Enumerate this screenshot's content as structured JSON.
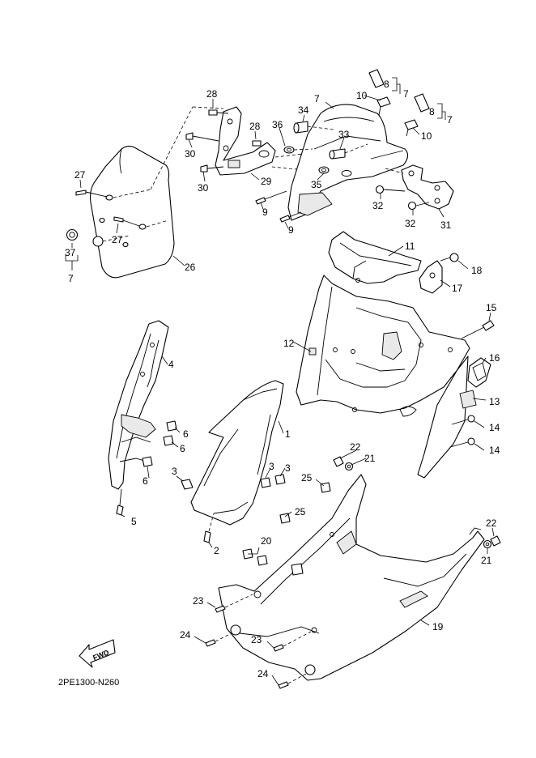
{
  "diagram_code": "2PE1300-N260",
  "fwd_label": "FWD",
  "callouts": {
    "c1": "1",
    "c2": "2",
    "c3a": "3",
    "c3b": "3",
    "c3c": "3",
    "c4": "4",
    "c5": "5",
    "c6a": "6",
    "c6b": "6",
    "c6c": "6",
    "c7a": "7",
    "c7b": "7",
    "c7c": "7",
    "c7d": "7",
    "c8a": "8",
    "c8b": "8",
    "c9a": "9",
    "c9b": "9",
    "c10a": "10",
    "c10b": "10",
    "c11": "11",
    "c12": "12",
    "c13": "13",
    "c14a": "14",
    "c14b": "14",
    "c15": "15",
    "c16": "16",
    "c17": "17",
    "c18": "18",
    "c19": "19",
    "c20": "20",
    "c21a": "21",
    "c21b": "21",
    "c22a": "22",
    "c22b": "22",
    "c23a": "23",
    "c23b": "23",
    "c24a": "24",
    "c24b": "24",
    "c25a": "25",
    "c25b": "25",
    "c26": "26",
    "c27a": "27",
    "c27b": "27",
    "c28a": "28",
    "c28b": "28",
    "c29": "29",
    "c30a": "30",
    "c30b": "30",
    "c31": "31",
    "c32a": "32",
    "c32b": "32",
    "c33": "33",
    "c34": "34",
    "c35": "35",
    "c36": "36",
    "c37": "37"
  }
}
